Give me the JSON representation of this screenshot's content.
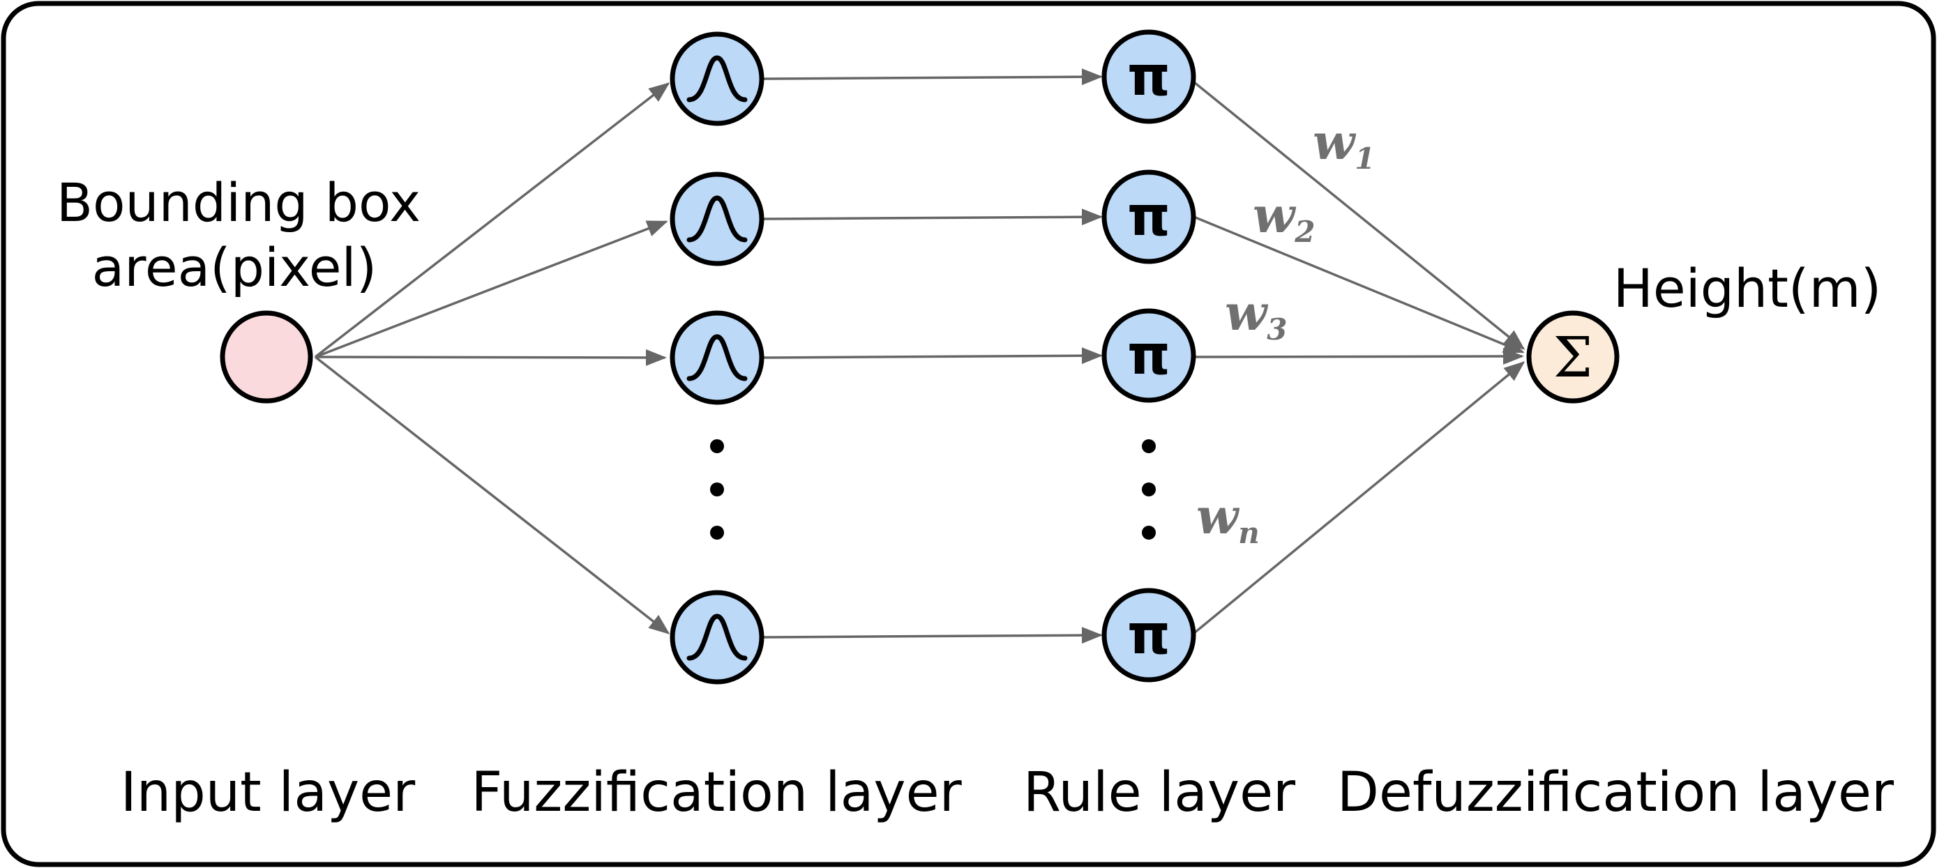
{
  "input_label_line1": "Bounding box",
  "input_label_line2": "area(pixel)",
  "output_label": "Height(m)",
  "layers": {
    "input": "Input layer",
    "fuzzification": "Fuzzification layer",
    "rule": "Rule layer",
    "defuzzification": "Defuzzification layer"
  },
  "rule_symbol": "π",
  "sum_symbol": "Σ",
  "weights": [
    {
      "base": "w",
      "sub": "1"
    },
    {
      "base": "w",
      "sub": "2"
    },
    {
      "base": "w",
      "sub": "3"
    },
    {
      "base": "w",
      "sub": "n"
    }
  ],
  "colors": {
    "input_node": "#FADADD",
    "layer_node": "#BCD9F8",
    "output_node": "#FCEBD8"
  }
}
